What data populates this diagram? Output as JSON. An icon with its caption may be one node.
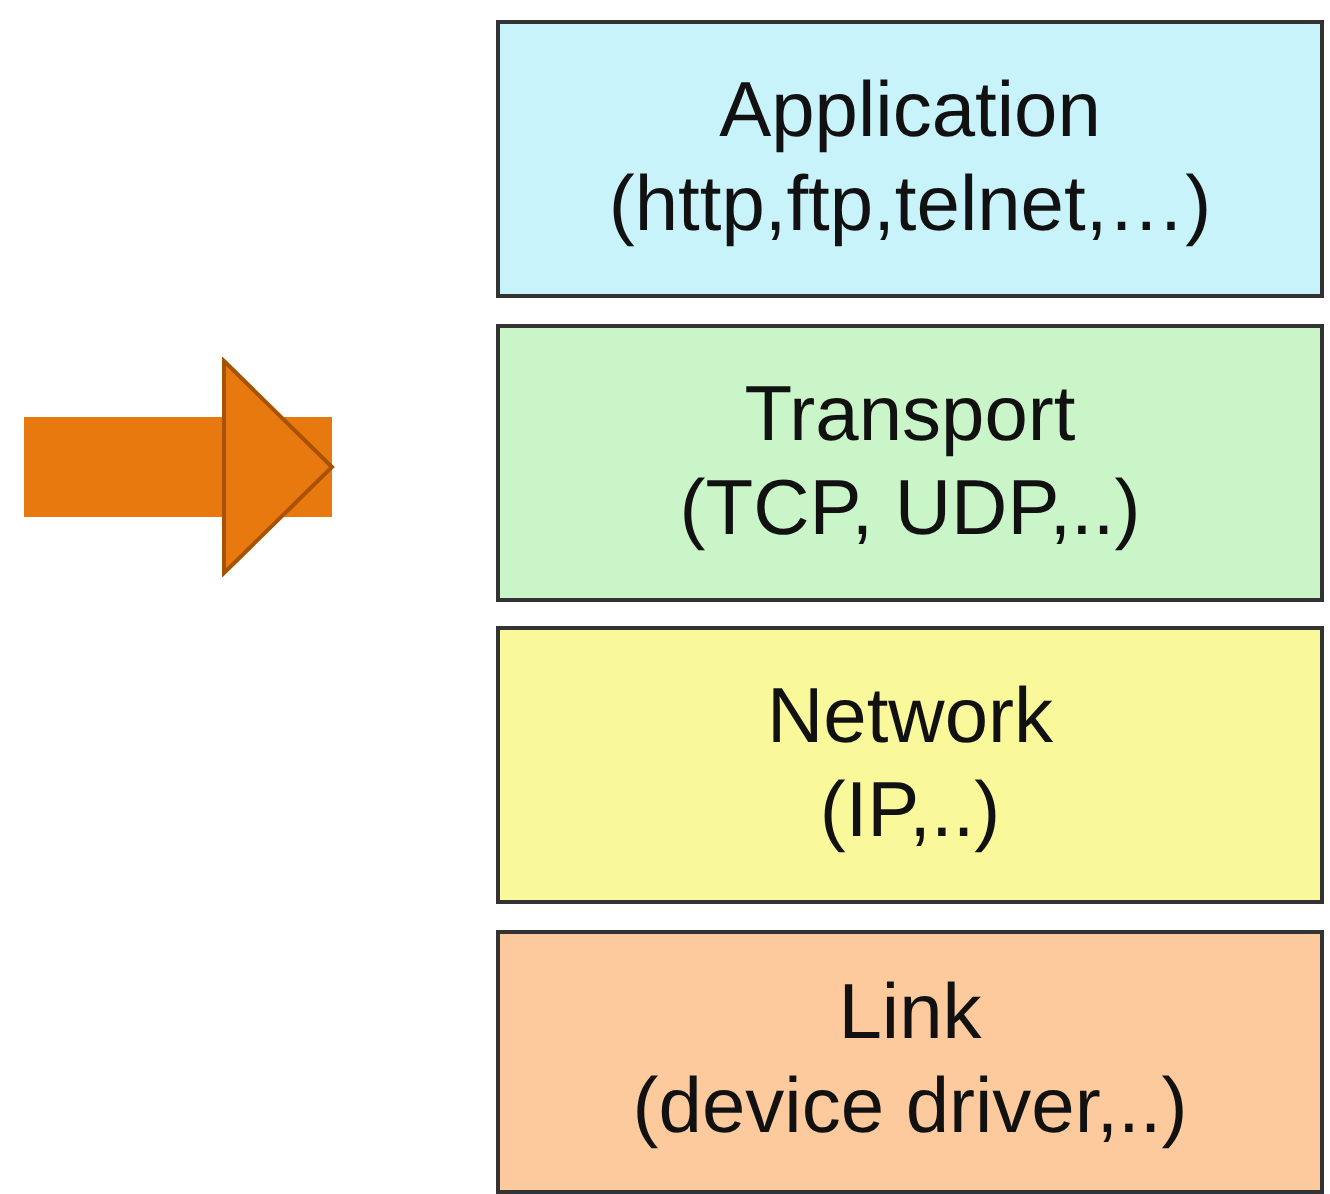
{
  "diagram": {
    "nodes": [
      {
        "text": [
          "Application",
          "(http,ftp,telnet,…)"
        ]
      },
      {
        "text": [
          "Transport",
          "(TCP, UDP,..)"
        ]
      },
      {
        "text": [
          "Network",
          "(IP,..)"
        ]
      },
      {
        "text": [
          "Link",
          "(device driver,..)"
        ]
      }
    ],
    "edges": [
      {
        "from": null,
        "to": 1,
        "arrow": "to",
        "color": "#e8790f"
      }
    ]
  }
}
